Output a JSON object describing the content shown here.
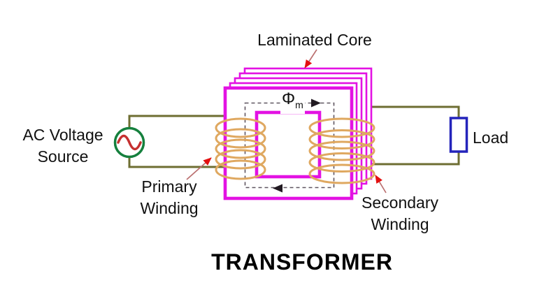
{
  "title": "TRANSFORMER",
  "labels": {
    "laminated_core": "Laminated Core",
    "ac_source": [
      "AC Voltage",
      "Source"
    ],
    "primary_winding": [
      "Primary",
      "Winding"
    ],
    "secondary_winding": [
      "Secondary",
      "Winding"
    ],
    "load": "Load",
    "flux": {
      "symbol": "Φ",
      "subscript": "m"
    }
  },
  "icons": {
    "ac_source": "sine-wave-in-circle",
    "flux_direction": "solid-triangle-arrow",
    "callout_pointer": "red-arrow-pointer"
  },
  "colors": {
    "background": "#ffffff",
    "core_magenta": "#e312e3",
    "winding_tan": "#dfa860",
    "wire_olive": "#6e6e32",
    "source_green": "#15803d",
    "sine_red": "#c53030",
    "load_blue": "#2424bb",
    "pointer_head": "#e31010",
    "pointer_shaft": "#bb7070",
    "flux_dash": "#5f5560",
    "flux_arrow": "#221a22",
    "text": "#111111"
  }
}
